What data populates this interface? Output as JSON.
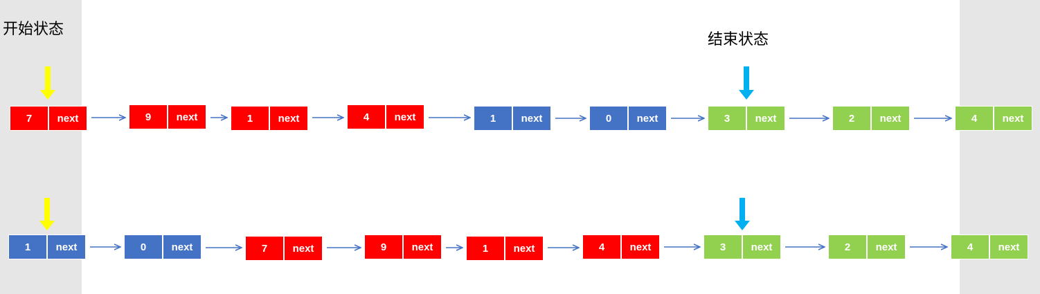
{
  "labels": {
    "start": "开始状态",
    "end": "结束状态"
  },
  "colors": {
    "red": "#ff0000",
    "blue": "#4472c4",
    "green": "#92d050",
    "arrow": "#4472c4",
    "yellow_pointer": "#ffff00",
    "cyan_pointer": "#00b0f0"
  },
  "next_label": "next",
  "rows": [
    {
      "nodes": [
        {
          "value": "7",
          "color": "red"
        },
        {
          "value": "9",
          "color": "red"
        },
        {
          "value": "1",
          "color": "red"
        },
        {
          "value": "4",
          "color": "red"
        },
        {
          "value": "1",
          "color": "blue"
        },
        {
          "value": "0",
          "color": "blue"
        },
        {
          "value": "3",
          "color": "green"
        },
        {
          "value": "2",
          "color": "green"
        },
        {
          "value": "4",
          "color": "green"
        }
      ]
    },
    {
      "nodes": [
        {
          "value": "1",
          "color": "blue"
        },
        {
          "value": "0",
          "color": "blue"
        },
        {
          "value": "7",
          "color": "red"
        },
        {
          "value": "9",
          "color": "red"
        },
        {
          "value": "1",
          "color": "red"
        },
        {
          "value": "4",
          "color": "red"
        },
        {
          "value": "3",
          "color": "green"
        },
        {
          "value": "2",
          "color": "green"
        },
        {
          "value": "4",
          "color": "green"
        }
      ]
    }
  ]
}
